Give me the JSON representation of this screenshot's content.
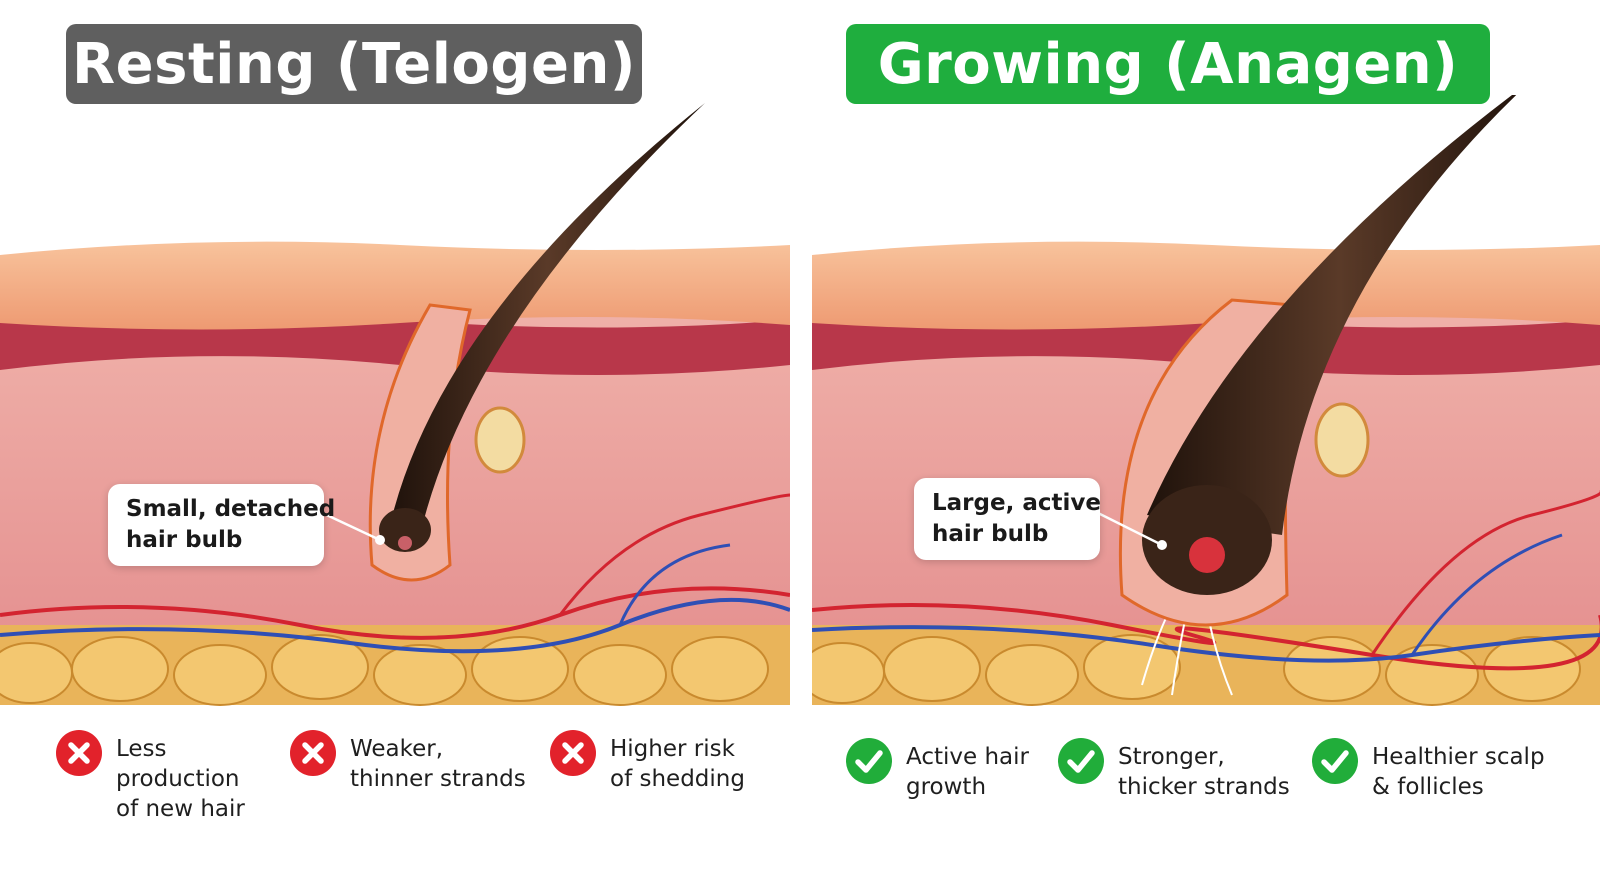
{
  "panels": {
    "resting": {
      "title": "Resting (Telogen)",
      "title_bg": "#5f5f5f",
      "callout": [
        "Small, detached",
        "hair bulb"
      ],
      "features": [
        {
          "text": "Less\nproduction\nof new hair",
          "icon": "x-circle-icon"
        },
        {
          "text": "Weaker,\nthinner strands",
          "icon": "x-circle-icon"
        },
        {
          "text": "Higher risk\nof shedding",
          "icon": "x-circle-icon"
        }
      ]
    },
    "growing": {
      "title": "Growing (Anagen)",
      "title_bg": "#1fae3e",
      "callout": [
        "Large, active",
        "hair bulb"
      ],
      "features": [
        {
          "text": "Active hair\ngrowth",
          "icon": "check-circle-icon"
        },
        {
          "text": "Stronger,\nthicker strands",
          "icon": "check-circle-icon"
        },
        {
          "text": "Healthier scalp\n& follicles",
          "icon": "check-circle-icon"
        }
      ]
    }
  },
  "colors": {
    "negative": "#e2222b",
    "positive": "#21ad3a",
    "epidermis": "#f2a077",
    "dermis": "#eaa39d",
    "fat": "#e8b352",
    "hair": "#3a2418"
  }
}
